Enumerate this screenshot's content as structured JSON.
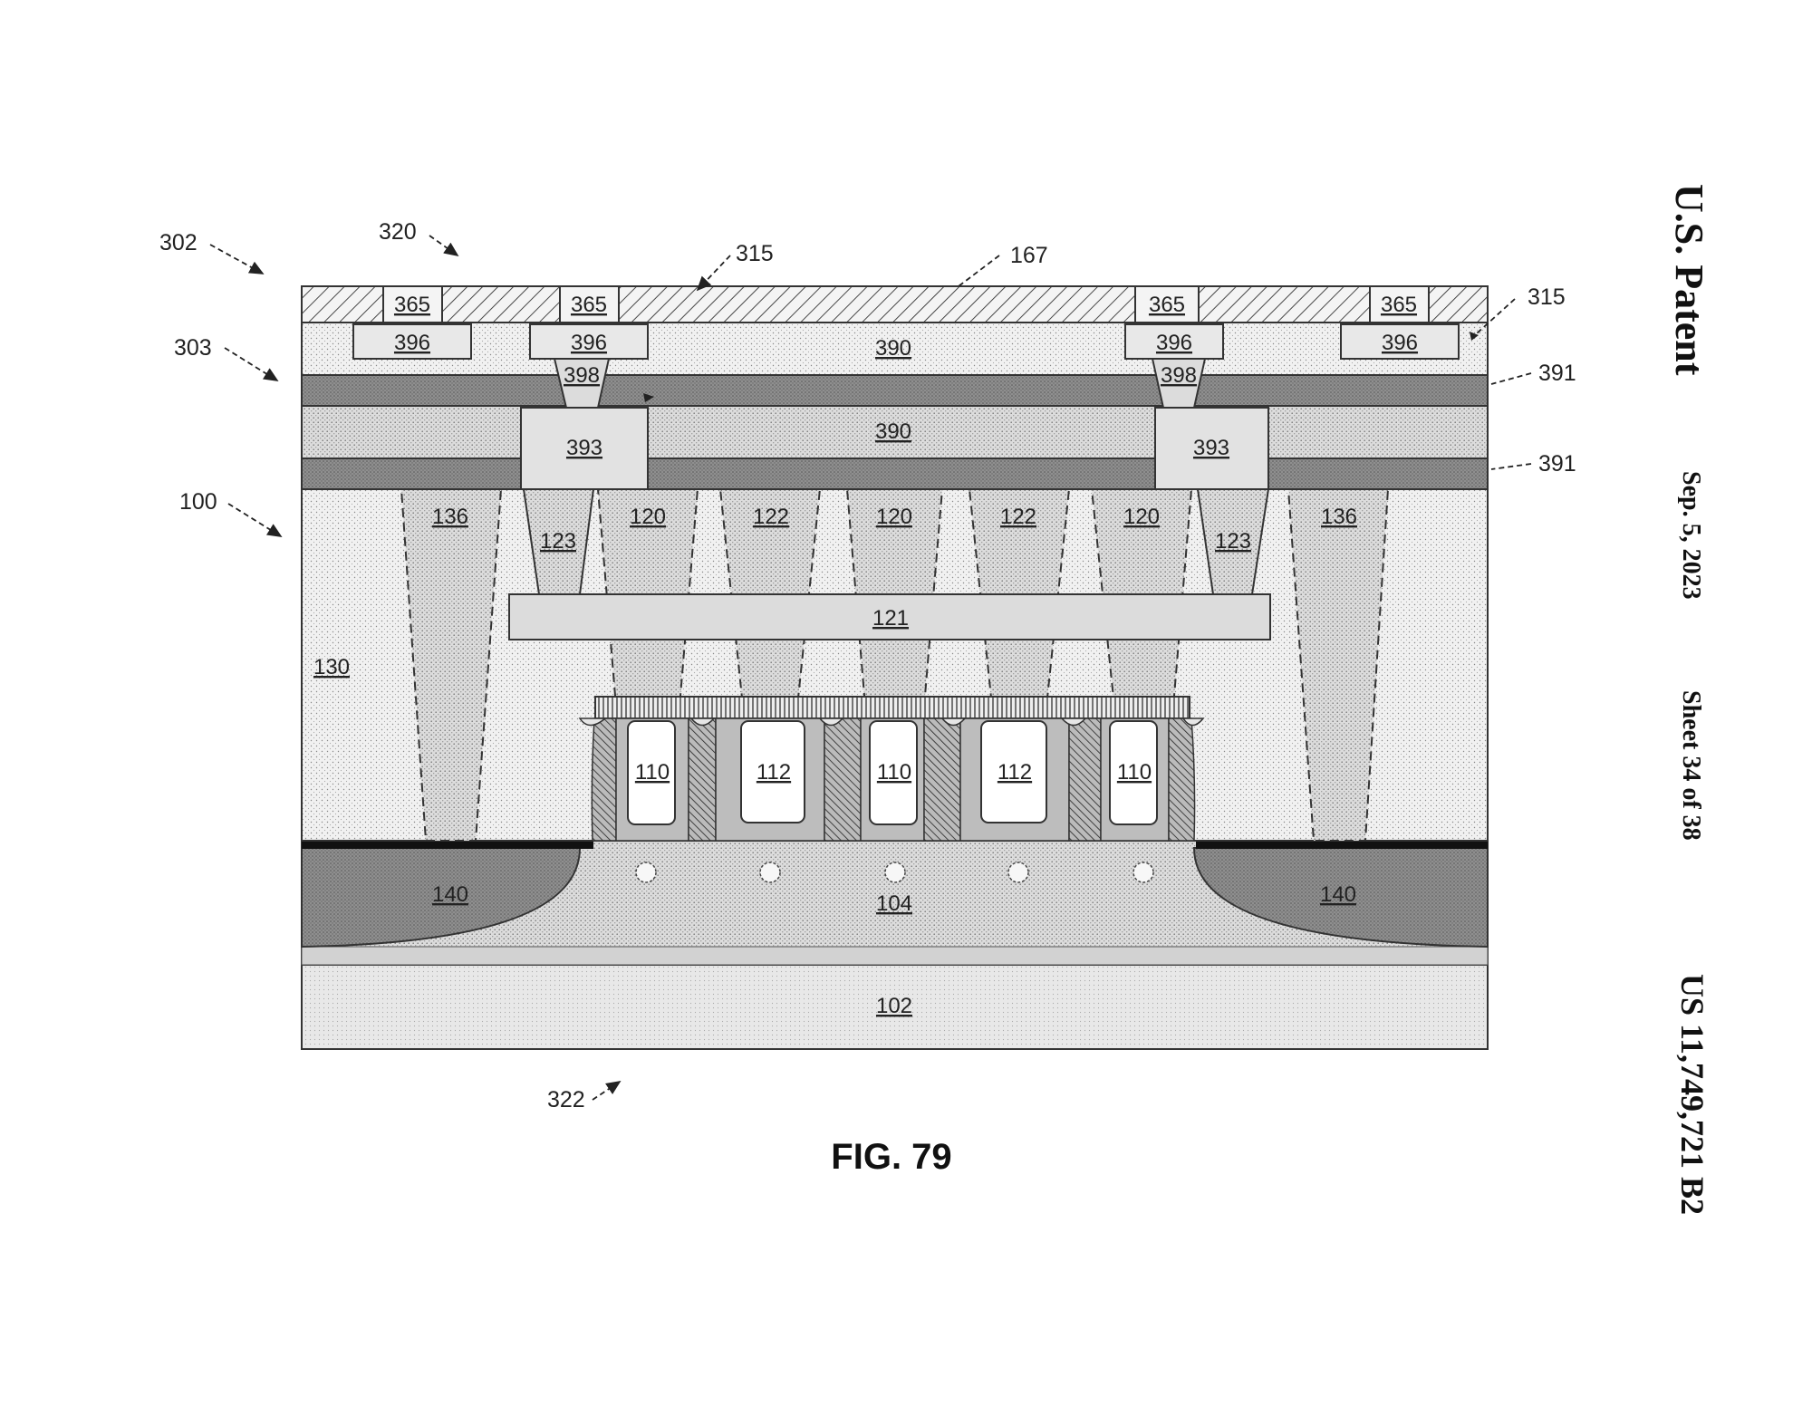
{
  "header": {
    "title": "U.S. Patent",
    "date": "Sep. 5, 2023",
    "sheet": "Sheet 34 of 38",
    "patent_number": "US 11,749,721 B2"
  },
  "figure_caption": "FIG. 79",
  "references": {
    "r302": "302",
    "r320": "320",
    "r315a": "315",
    "r167": "167",
    "r315b": "315",
    "r303": "303",
    "r391a": "391",
    "r391b": "391",
    "r100": "100",
    "r322": "322"
  },
  "labels": {
    "l365a": "365",
    "l365b": "365",
    "l365c": "365",
    "l365d": "365",
    "l396a": "396",
    "l396b": "396",
    "l396c": "396",
    "l396d": "396",
    "l390a": "390",
    "l390b": "390",
    "l398a": "398",
    "l398b": "398",
    "l393a": "393",
    "l393b": "393",
    "l136a": "136",
    "l136b": "136",
    "l123a": "123",
    "l123b": "123",
    "l120a": "120",
    "l120b": "120",
    "l120c": "120",
    "l122a": "122",
    "l122b": "122",
    "l121": "121",
    "l130": "130",
    "l110a": "110",
    "l110b": "110",
    "l110c": "110",
    "l112a": "112",
    "l112b": "112",
    "l140a": "140",
    "l140b": "140",
    "l104": "104",
    "l102": "102"
  }
}
